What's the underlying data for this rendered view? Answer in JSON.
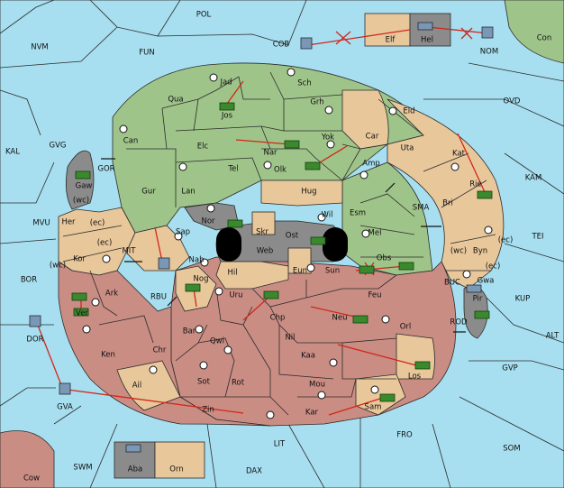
{
  "colors": {
    "sea": "#a7dff0",
    "green": "#9fc489",
    "tan": "#e8c79b",
    "red": "#c98d84",
    "grey": "#8b8b8b",
    "move": "#d3261a"
  },
  "labels": {
    "pol": "POL",
    "nvm": "NVM",
    "fun": "FUN",
    "cob": "COB",
    "elf": "Elf",
    "hel": "Hel",
    "nom": "NOM",
    "con": "Con",
    "ovd": "OVD",
    "kal": "KAL",
    "gvg": "GVG",
    "gor": "GOR",
    "gaw": "Gaw",
    "wc1": "(wc)",
    "ec1": "(ec)",
    "her": "Her",
    "mvu": "MVU",
    "kor": "Kor",
    "ec2": "(ec)",
    "mit": "MIT",
    "wc2": "(wc)",
    "ark": "Ark",
    "bor": "BOR",
    "ver": "Ver",
    "rbu": "RBU",
    "dor": "DOR",
    "ken": "Ken",
    "chr": "Chr",
    "ail": "Ail",
    "gva": "GVA",
    "zin": "Zin",
    "swm": "SWM",
    "lit": "LIT",
    "aba": "Aba",
    "orn": "Orn",
    "dax": "DAX",
    "cow": "Cow",
    "fro": "FRO",
    "som": "SOM",
    "kar": "Kar",
    "sam": "Sam",
    "mou": "Mou",
    "los": "Los",
    "gvp": "GVP",
    "alt": "ALT",
    "rod": "ROD",
    "pir": "Pir",
    "kup": "KUP",
    "buc": "BUC",
    "gwa": "Gwa",
    "ec3": "(ec)",
    "byn": "Byn",
    "wc3": "(wc)",
    "tei": "TEI",
    "kam": "KAM",
    "rie": "Rie",
    "kat": "Kat",
    "uta": "Uta",
    "bri": "Bri",
    "sma": "SMA",
    "eld": "Eld",
    "car": "Car",
    "amp": "Amp",
    "esm": "Esm",
    "mel": "Mel",
    "obs": "Obs",
    "feu": "Feu",
    "orl": "Orl",
    "jad": "Jad",
    "sch": "Sch",
    "qua": "Qua",
    "jos": "Jos",
    "grh": "Grh",
    "can": "Can",
    "elc": "Elc",
    "nar": "Nar",
    "yok": "Yok",
    "gur": "Gur",
    "tel": "Tel",
    "olk": "Olk",
    "lan": "Lan",
    "hug": "Hug",
    "nor": "Nor",
    "skr": "Skr",
    "ost": "Ost",
    "wil": "Wil",
    "sap": "Sap",
    "web": "Web",
    "nab": "Nab",
    "eun": "Eun",
    "sun": "Sun",
    "hil": "Hil",
    "nog": "Nog",
    "uru": "Uru",
    "chp": "Chp",
    "neu": "Neu",
    "bar": "Bar",
    "qwi": "Qwi",
    "nil": "Nil",
    "kaa": "Kaa",
    "sot": "Sot",
    "rot": "Rot"
  }
}
